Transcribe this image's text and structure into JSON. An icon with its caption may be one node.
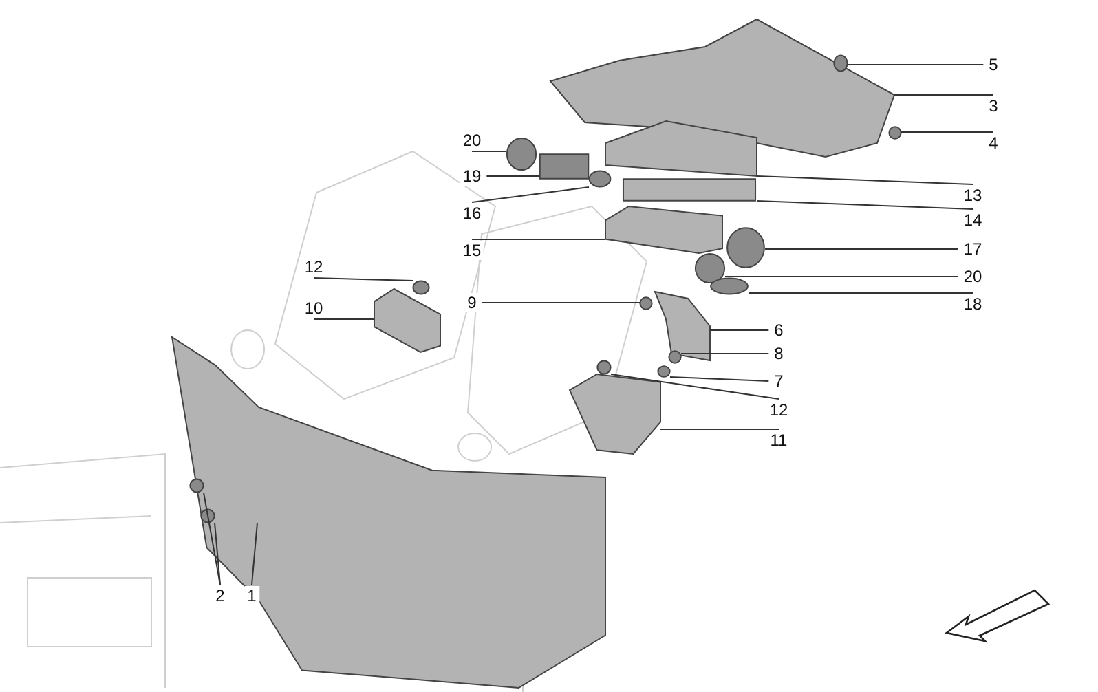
{
  "diagram": {
    "nodes": [
      {
        "text": [
          "5"
        ]
      },
      {
        "text": [
          "3"
        ]
      },
      {
        "text": [
          "4"
        ]
      },
      {
        "text": [
          "20"
        ]
      },
      {
        "text": [
          "19"
        ]
      },
      {
        "text": [
          "13"
        ]
      },
      {
        "text": [
          "16"
        ]
      },
      {
        "text": [
          "14"
        ]
      },
      {
        "text": [
          "15"
        ]
      },
      {
        "text": [
          "17"
        ]
      },
      {
        "text": [
          "12"
        ]
      },
      {
        "text": [
          "20"
        ]
      },
      {
        "text": [
          "18"
        ]
      },
      {
        "text": [
          "9"
        ]
      },
      {
        "text": [
          "10"
        ]
      },
      {
        "text": [
          "6"
        ]
      },
      {
        "text": [
          "8"
        ]
      },
      {
        "text": [
          "7"
        ]
      },
      {
        "text": [
          "12"
        ]
      },
      {
        "text": [
          "11"
        ]
      },
      {
        "text": [
          "2"
        ]
      },
      {
        "text": [
          "1"
        ]
      },
      {
        "text": [],
        "shape": "circle"
      },
      {
        "text": [],
        "shape": "picture"
      },
      {
        "text": [],
        "shape": "circle"
      },
      {
        "text": [],
        "shape": "circle"
      },
      {
        "text": [],
        "shape": "box"
      },
      {
        "text": [],
        "shape": "picture"
      },
      {
        "text": [],
        "shape": "circle"
      },
      {
        "text": [],
        "shape": "box"
      },
      {
        "text": [],
        "shape": "picture"
      },
      {
        "text": [],
        "shape": "circle"
      },
      {
        "text": [],
        "shape": "circle"
      },
      {
        "text": [],
        "shape": "circle"
      },
      {
        "text": [],
        "shape": "circle"
      },
      {
        "text": [],
        "shape": "circle"
      },
      {
        "text": [],
        "shape": "picture"
      },
      {
        "text": [],
        "shape": "picture"
      },
      {
        "text": [],
        "shape": "circle"
      },
      {
        "text": [],
        "shape": "circle"
      },
      {
        "text": [],
        "shape": "circle"
      },
      {
        "text": [],
        "shape": "picture"
      },
      {
        "text": [],
        "shape": "circle",
        "in": 44
      },
      {
        "text": [],
        "shape": "circle",
        "in": 44
      },
      {
        "text": [],
        "shape": "picture"
      }
    ],
    "edges": [
      {
        "from": 0,
        "to": 22,
        "arrow": "none"
      },
      {
        "from": 1,
        "to": 23,
        "arrow": "none"
      },
      {
        "from": 2,
        "to": 24,
        "arrow": "none"
      },
      {
        "from": 3,
        "to": 25,
        "arrow": "none"
      },
      {
        "from": 4,
        "to": 26,
        "arrow": "none"
      },
      {
        "from": 5,
        "to": 27,
        "arrow": "none"
      },
      {
        "from": 6,
        "to": 28,
        "arrow": "none"
      },
      {
        "from": 7,
        "to": 29,
        "arrow": "none"
      },
      {
        "from": 8,
        "to": 30,
        "arrow": "none"
      },
      {
        "from": 9,
        "to": 31,
        "arrow": "none"
      },
      {
        "from": 10,
        "to": 32,
        "arrow": "none"
      },
      {
        "from": 11,
        "to": 33,
        "arrow": "none"
      },
      {
        "from": 12,
        "to": 34,
        "arrow": "none"
      },
      {
        "from": 13,
        "to": 35,
        "arrow": "none"
      },
      {
        "from": 14,
        "to": 36,
        "arrow": "none"
      },
      {
        "from": 15,
        "to": 37,
        "arrow": "none"
      },
      {
        "from": 16,
        "to": 38,
        "arrow": "none"
      },
      {
        "from": 17,
        "to": 39,
        "arrow": "none"
      },
      {
        "from": 18,
        "to": 40,
        "arrow": "none"
      },
      {
        "from": 19,
        "to": 41,
        "arrow": "none"
      },
      {
        "from": 20,
        "to": 42,
        "arrow": "none"
      },
      {
        "from": 20,
        "to": 43,
        "arrow": "none"
      },
      {
        "from": 21,
        "to": 44,
        "arrow": "none"
      }
    ]
  }
}
